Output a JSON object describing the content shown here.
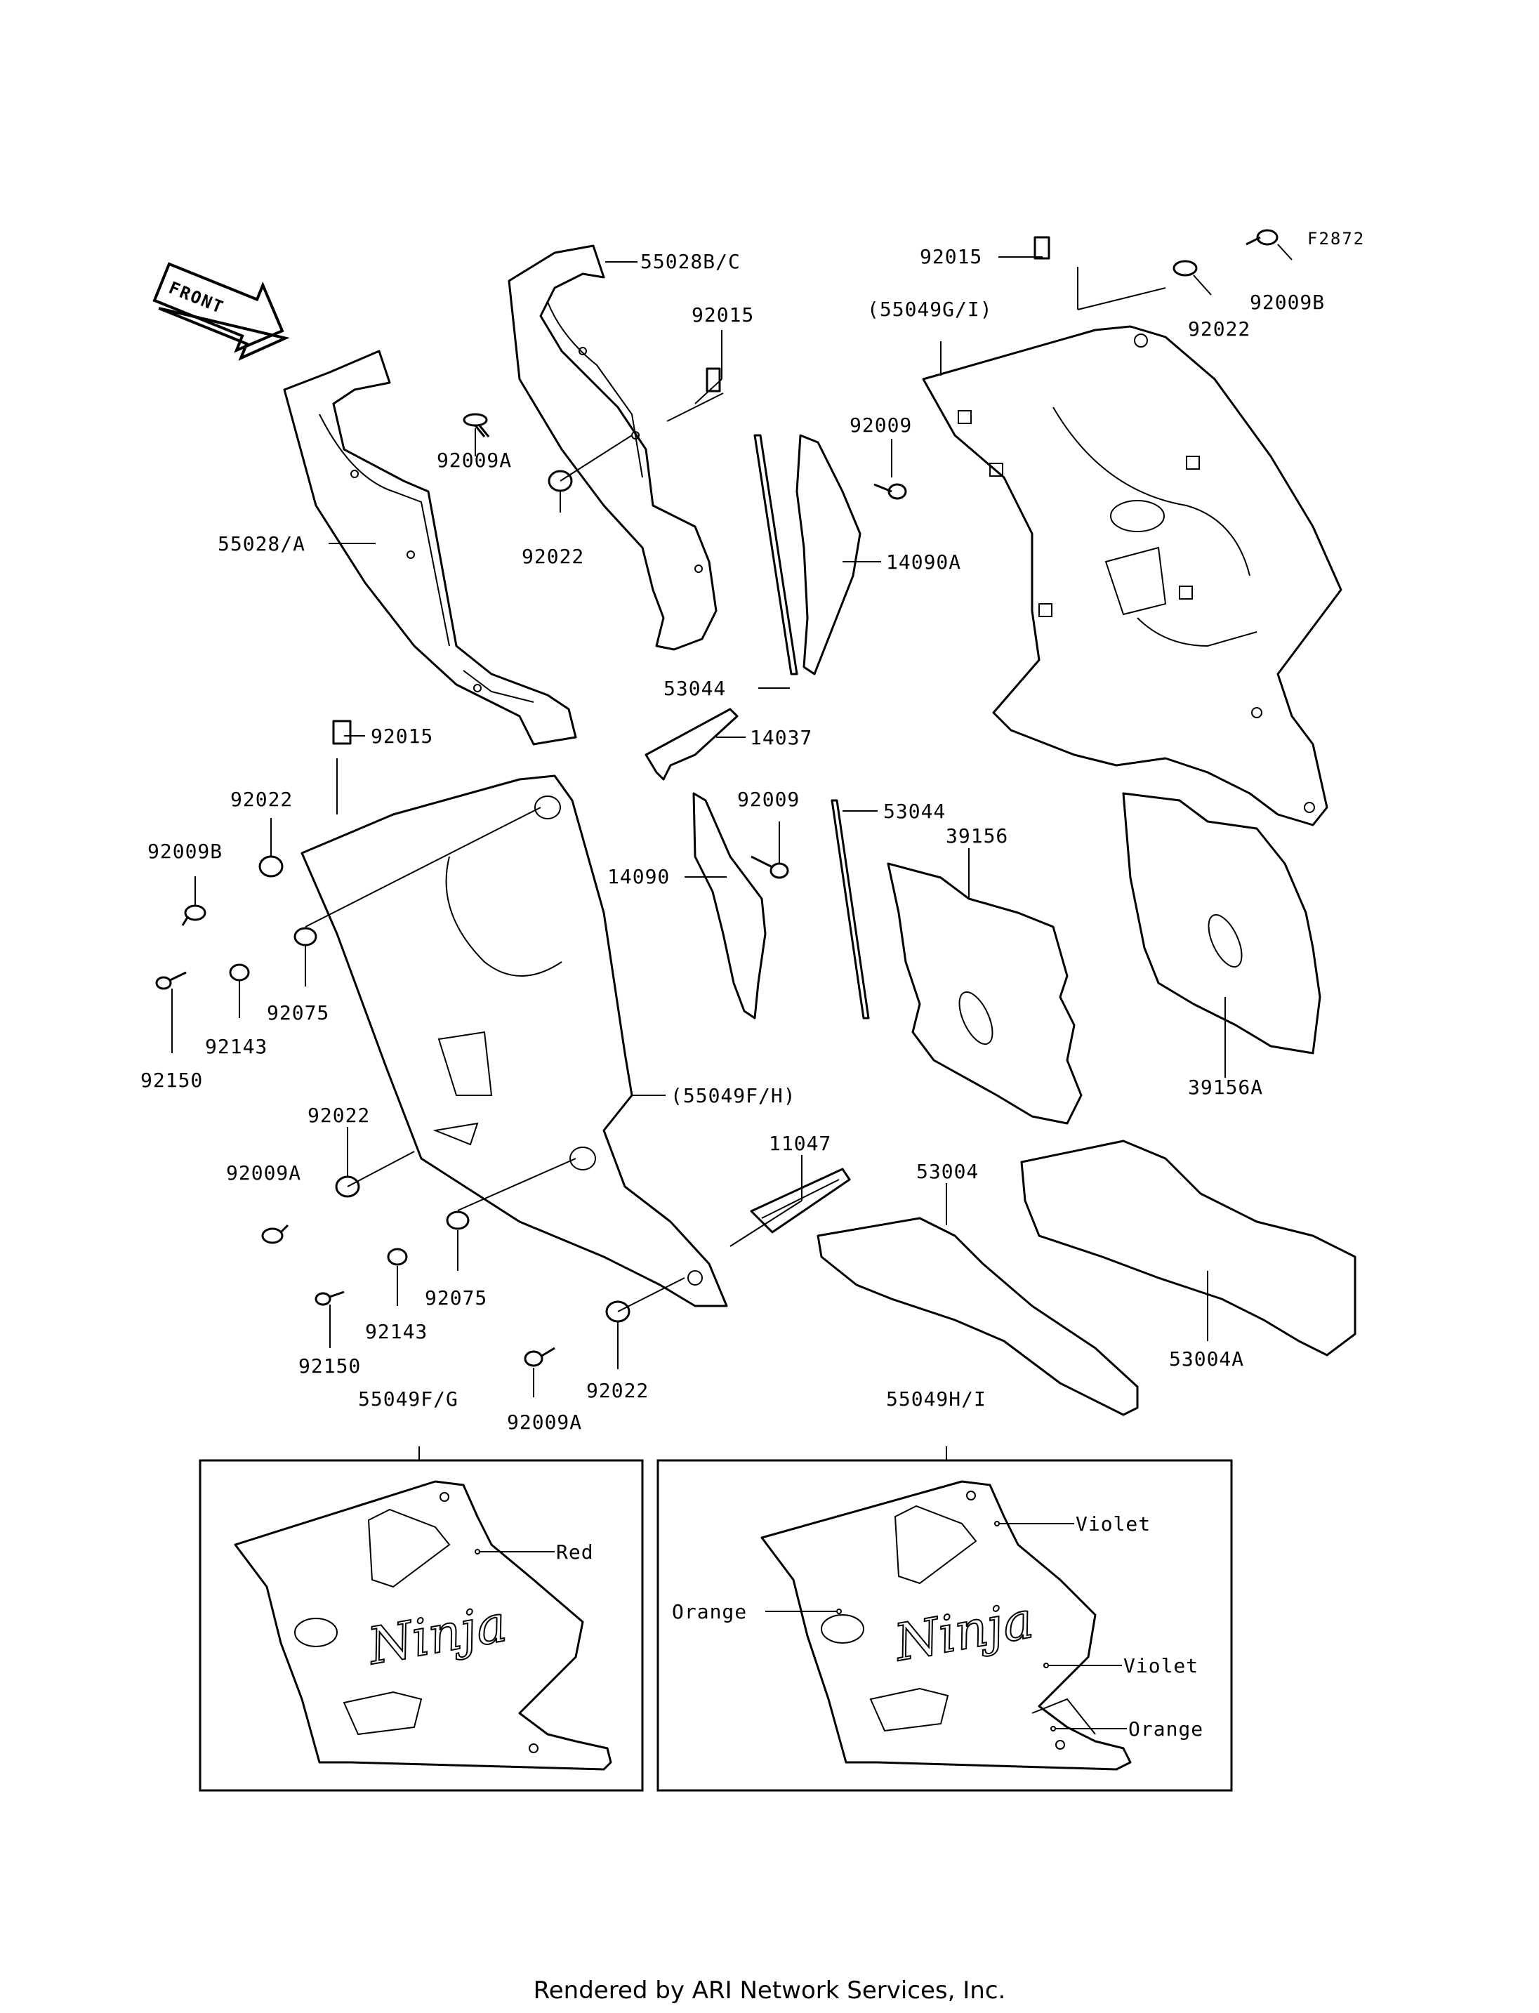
{
  "figure_code": "F2872",
  "front_label": "FRONT",
  "labels": {
    "p55028BC": "55028B/C",
    "p92015_a": "92015",
    "p92015_b": "92015",
    "p92015_c": "92015",
    "p55049GI": "(55049G/I)",
    "p92009B_a": "92009B",
    "p92022_a": "92022",
    "p92009A_a": "92009A",
    "p92022_b": "92022",
    "p55028A": "55028/A",
    "p92009_a": "92009",
    "p14090A": "14090A",
    "p53044_a": "53044",
    "p14037": "14037",
    "p92022_c": "92022",
    "p92009B_b": "92009B",
    "p92009_b": "92009",
    "p53044_b": "53044",
    "p39156": "39156",
    "p14090": "14090",
    "p92075_a": "92075",
    "p92143_a": "92143",
    "p92150_a": "92150",
    "p39156A": "39156A",
    "p55049FH": "(55049F/H)",
    "p92022_d": "92022",
    "p11047": "11047",
    "p53004": "53004",
    "p92009A_b": "92009A",
    "p92075_b": "92075",
    "p92143_b": "92143",
    "p92150_b": "92150",
    "p53004A": "53004A",
    "p92022_e": "92022",
    "p92009A_c": "92009A",
    "p55049FG": "55049F/G",
    "p55049HI": "55049H/I"
  },
  "inset_left": {
    "logo": "Ninja",
    "colors": [
      "Red"
    ]
  },
  "inset_right": {
    "logo": "Ninja",
    "colors": [
      "Violet",
      "Orange",
      "Violet",
      "Orange"
    ]
  },
  "footer": "Rendered by ARI Network Services, Inc."
}
